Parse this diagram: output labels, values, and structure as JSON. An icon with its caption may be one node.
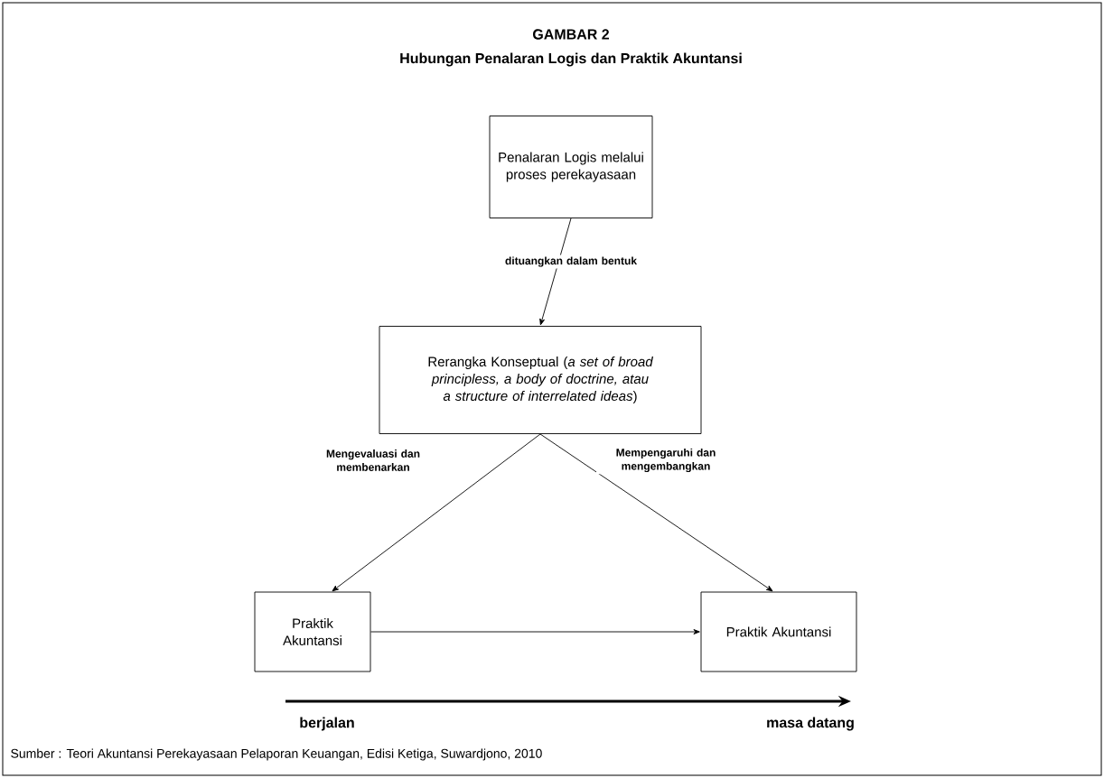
{
  "diagram": {
    "title": "Hubungan Penalaran Logis dan Praktik Akuntansi",
    "caption": "Sumber : Teori Akuntansi Perekayasaan Pelaporan Keuangan, Edisi  Ketiga, Suwardjono, 2010",
    "nodes": [
      {
        "text": [
          "Penalaran Logis melalui proses perekayasaan"
        ]
      },
      {
        "text": [
          "Rerangka Konseptual (*a set of broad principless, a body of doctrine, atau a structure of interrelated ideas*)"
        ]
      },
      {
        "text": [
          "Praktik Akuntansi"
        ]
      },
      {
        "text": [
          "Praktik Akuntansi"
        ]
      }
    ],
    "edges": [
      {
        "from": 0,
        "to": 1,
        "arrow": "to",
        "label": "dituangkan dalam bentuk"
      },
      {
        "from": 1,
        "to": 2,
        "arrow": "to",
        "label": "Mengevaluasi dan membenarkan"
      },
      {
        "from": 1,
        "to": 3,
        "arrow": "to",
        "label": "Mempengaruhi dan mengembangkan"
      },
      {
        "from": 2,
        "to": 3,
        "arrow": "to"
      }
    ],
    "labels": [
      "GAMBAR 2",
      "berjalan",
      "masa datang"
    ]
  }
}
